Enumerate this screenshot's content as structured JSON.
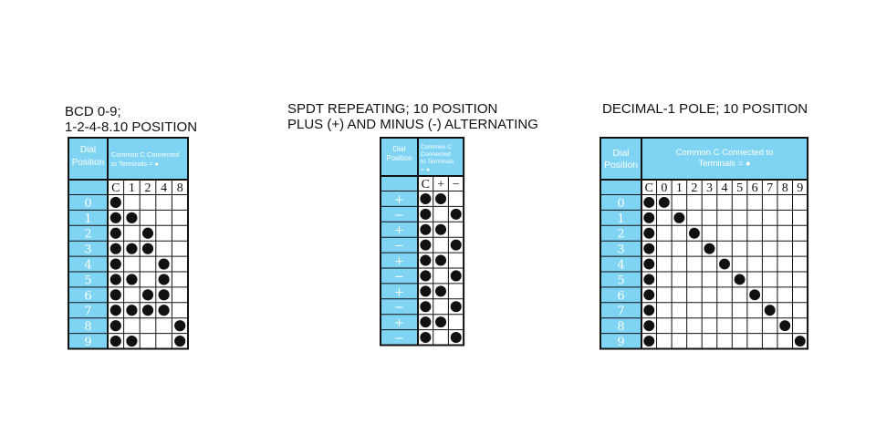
{
  "tables": [
    {
      "id": "bcd",
      "title_lines": [
        "BCD 0-9;",
        "1-2-4-8.10 POSITION"
      ],
      "left_header_lines": [
        "Dial",
        "Position"
      ],
      "right_header_lines": [
        "Common C Connected",
        "to Terminals  =  ●"
      ],
      "columns": [
        "C",
        "1",
        "2",
        "4",
        "8"
      ],
      "rows": [
        {
          "label": "0",
          "dots": [
            1,
            0,
            0,
            0,
            0
          ]
        },
        {
          "label": "1",
          "dots": [
            1,
            1,
            0,
            0,
            0
          ]
        },
        {
          "label": "2",
          "dots": [
            1,
            0,
            1,
            0,
            0
          ]
        },
        {
          "label": "3",
          "dots": [
            1,
            1,
            1,
            0,
            0
          ]
        },
        {
          "label": "4",
          "dots": [
            1,
            0,
            0,
            1,
            0
          ]
        },
        {
          "label": "5",
          "dots": [
            1,
            1,
            0,
            1,
            0
          ]
        },
        {
          "label": "6",
          "dots": [
            1,
            0,
            1,
            1,
            0
          ]
        },
        {
          "label": "7",
          "dots": [
            1,
            1,
            1,
            1,
            0
          ]
        },
        {
          "label": "8",
          "dots": [
            1,
            0,
            0,
            0,
            1
          ]
        },
        {
          "label": "9",
          "dots": [
            1,
            1,
            0,
            0,
            1
          ]
        }
      ]
    },
    {
      "id": "spdt",
      "title_lines": [
        "SPDT REPEATING; 10 POSITION",
        "PLUS (+) AND MINUS (-) ALTERNATING"
      ],
      "left_header_lines": [
        "Dial",
        "Position"
      ],
      "right_header_lines": [
        "Common C",
        "Connected",
        "to Terminals",
        "= ●"
      ],
      "columns": [
        "C",
        "+",
        "−"
      ],
      "rows": [
        {
          "label": "+",
          "dots": [
            1,
            1,
            0
          ]
        },
        {
          "label": "−",
          "dots": [
            1,
            0,
            1
          ]
        },
        {
          "label": "+",
          "dots": [
            1,
            1,
            0
          ]
        },
        {
          "label": "−",
          "dots": [
            1,
            0,
            1
          ]
        },
        {
          "label": "+",
          "dots": [
            1,
            1,
            0
          ]
        },
        {
          "label": "−",
          "dots": [
            1,
            0,
            1
          ]
        },
        {
          "label": "+",
          "dots": [
            1,
            1,
            0
          ]
        },
        {
          "label": "−",
          "dots": [
            1,
            0,
            1
          ]
        },
        {
          "label": "+",
          "dots": [
            1,
            1,
            0
          ]
        },
        {
          "label": "−",
          "dots": [
            1,
            0,
            1
          ]
        }
      ]
    },
    {
      "id": "decimal",
      "title_lines": [
        "DECIMAL-1 POLE; 10 POSITION"
      ],
      "left_header_lines": [
        "Dial",
        "Position"
      ],
      "right_header_lines": [
        "Common C Connected to",
        "Terminals  =  ●"
      ],
      "columns": [
        "C",
        "0",
        "1",
        "2",
        "3",
        "4",
        "5",
        "6",
        "7",
        "8",
        "9"
      ],
      "rows": [
        {
          "label": "0",
          "dots": [
            1,
            1,
            0,
            0,
            0,
            0,
            0,
            0,
            0,
            0,
            0
          ]
        },
        {
          "label": "1",
          "dots": [
            1,
            0,
            1,
            0,
            0,
            0,
            0,
            0,
            0,
            0,
            0
          ]
        },
        {
          "label": "2",
          "dots": [
            1,
            0,
            0,
            1,
            0,
            0,
            0,
            0,
            0,
            0,
            0
          ]
        },
        {
          "label": "3",
          "dots": [
            1,
            0,
            0,
            0,
            1,
            0,
            0,
            0,
            0,
            0,
            0
          ]
        },
        {
          "label": "4",
          "dots": [
            1,
            0,
            0,
            0,
            0,
            1,
            0,
            0,
            0,
            0,
            0
          ]
        },
        {
          "label": "5",
          "dots": [
            1,
            0,
            0,
            0,
            0,
            0,
            1,
            0,
            0,
            0,
            0
          ]
        },
        {
          "label": "6",
          "dots": [
            1,
            0,
            0,
            0,
            0,
            0,
            0,
            1,
            0,
            0,
            0
          ]
        },
        {
          "label": "7",
          "dots": [
            1,
            0,
            0,
            0,
            0,
            0,
            0,
            0,
            1,
            0,
            0
          ]
        },
        {
          "label": "8",
          "dots": [
            1,
            0,
            0,
            0,
            0,
            0,
            0,
            0,
            0,
            1,
            0
          ]
        },
        {
          "label": "9",
          "dots": [
            1,
            0,
            0,
            0,
            0,
            0,
            0,
            0,
            0,
            0,
            1
          ]
        }
      ]
    }
  ],
  "colors": {
    "header_fill": "#7fd3f3",
    "line": "#111111",
    "dot": "#111111",
    "header_text": "#ffffff"
  }
}
